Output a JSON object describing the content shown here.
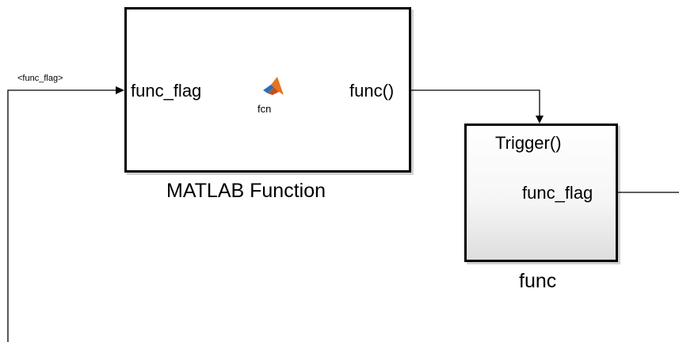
{
  "signal_tag": "<func_flag>",
  "matlab_function_block": {
    "name": "MATLAB Function",
    "input_port": "func_flag",
    "output_port": "func()",
    "icon_label": "fcn",
    "icon": "matlab-logo-icon"
  },
  "subsystem_block": {
    "name": "func",
    "trigger_port": "Trigger()",
    "output_port": "func_flag"
  },
  "colors": {
    "wire": "#000000",
    "block_border": "#000000",
    "subsystem_gradient_bottom": "#dedede",
    "matlab_logo_orange": "#e8731c",
    "matlab_logo_blue": "#2d6fb6"
  }
}
